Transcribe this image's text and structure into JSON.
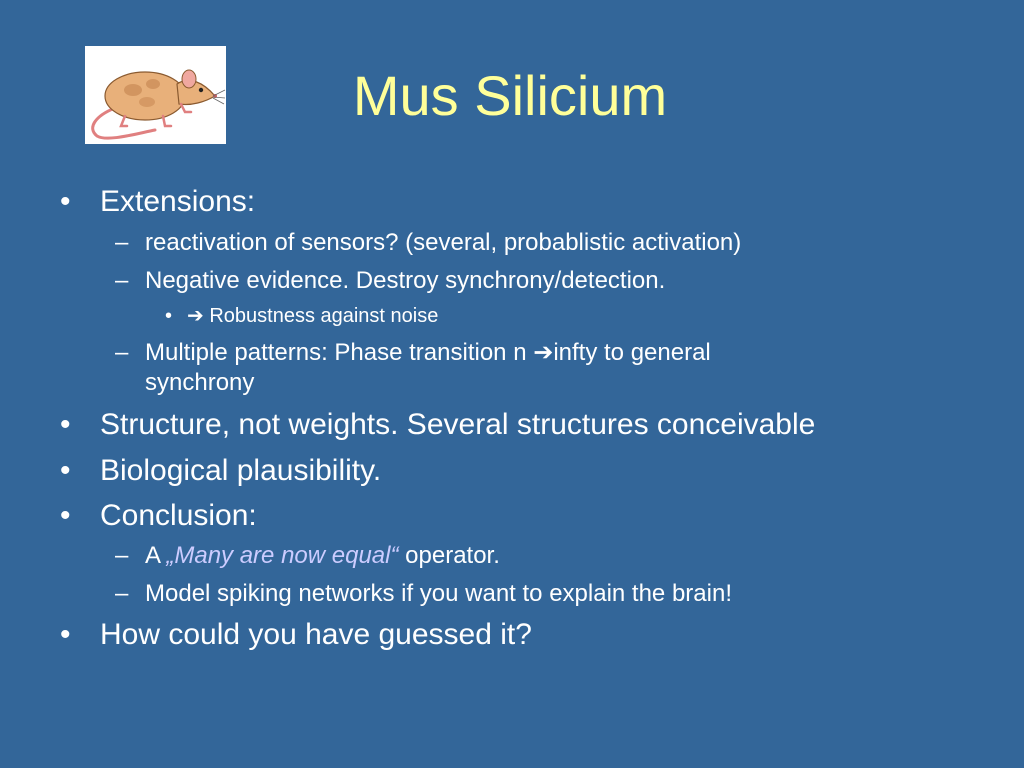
{
  "slide": {
    "title": "Mus Silicium",
    "image_icon": "mouse-icon",
    "colors": {
      "background": "#336699",
      "title": "#ffff99",
      "text": "#ffffff",
      "emphasis": "#ccccff"
    },
    "bullets": [
      {
        "marker": "•",
        "text": "Extensions:"
      },
      {
        "marker": "–",
        "text": "reactivation of sensors? (several, probablistic activation)"
      },
      {
        "marker": "–",
        "text": "Negative evidence. Destroy synchrony/detection."
      },
      {
        "marker": "•",
        "arrow": "➔",
        "text": " Robustness against noise"
      },
      {
        "marker": "–",
        "text_a": "Multiple patterns: Phase transition n ",
        "arrow": "➔",
        "text_b": "infty to general",
        "text_c": "synchrony"
      },
      {
        "marker": "•",
        "text": "Structure, not weights. Several structures conceivable"
      },
      {
        "marker": "•",
        "text": "Biological plausibility."
      },
      {
        "marker": "•",
        "text": "Conclusion:"
      },
      {
        "marker": "–",
        "text_a": "A ",
        "emphasis": "„Many are now equal“",
        "text_b": " operator."
      },
      {
        "marker": "–",
        "text": "Model spiking networks if you want to explain the brain!"
      },
      {
        "marker": "•",
        "text": "How could you have guessed it?"
      }
    ]
  }
}
